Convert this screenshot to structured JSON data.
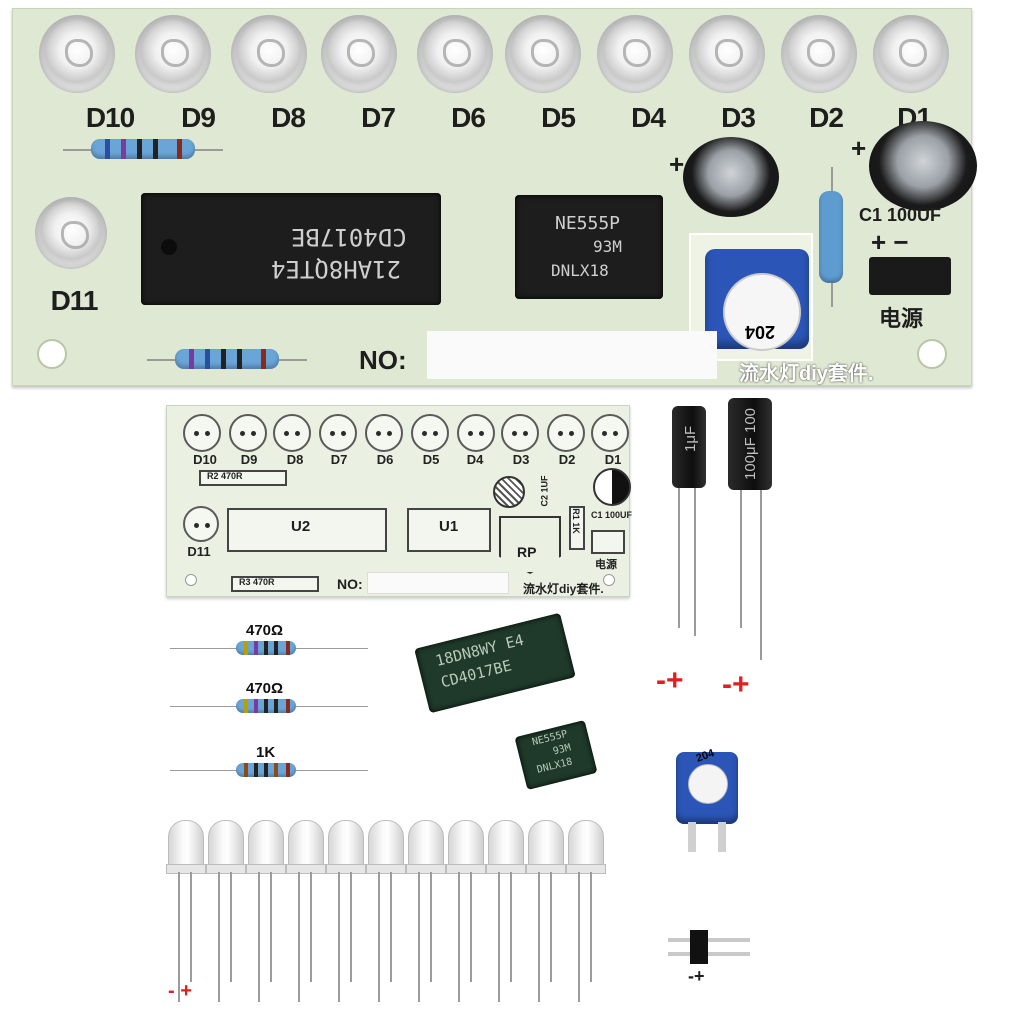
{
  "assembled_board": {
    "led_labels": [
      "D10",
      "D9",
      "D8",
      "D7",
      "D6",
      "D5",
      "D4",
      "D3",
      "D2",
      "D1"
    ],
    "led_extra_label": "D11",
    "ic_main_text": [
      "CD4017BE",
      "21AH8QTE4"
    ],
    "ic_timer_text": [
      "NE555P",
      "93M",
      "DNLX18"
    ],
    "cap_label": "C1 100UF",
    "pot_code": "204",
    "power_label": "电源",
    "power_polarity": "+  −",
    "no_label": "NO:",
    "kit_title": "流水灯diy套件."
  },
  "bare_pcb": {
    "led_labels": [
      "D10",
      "D9",
      "D8",
      "D7",
      "D6",
      "D5",
      "D4",
      "D3",
      "D2",
      "D1"
    ],
    "led_extra_label": "D11",
    "r2_label": "R2 470R",
    "r3_label": "R3 470R",
    "u2_label": "U2",
    "u1_label": "U1",
    "c2_label": "C2 1UF",
    "r1_label": "R1 1K",
    "c1_label": "C1 100UF",
    "rp_label": "RP",
    "power_label": "电源",
    "no_label": "NO:",
    "kit_title": "流水灯diy套件."
  },
  "parts": {
    "resistor_labels": [
      "470Ω",
      "470Ω",
      "1K"
    ],
    "ic_main_text": [
      "18DN8WY E4",
      "CD4017BE"
    ],
    "ic_timer_text": [
      "NE555P",
      "93M",
      "DNLX18"
    ],
    "cap_small_text": "1μF",
    "cap_large_text": "100μF 100",
    "cap_small_polarity": "-+",
    "cap_large_polarity": "-+",
    "pot_code": "204",
    "led_polarity": "- +",
    "header_polarity": "-+"
  },
  "colors": {
    "board_green": "#dfe8d2",
    "polarity_red": "#e21f1f",
    "resistor_blue": "#6aa5d8"
  }
}
